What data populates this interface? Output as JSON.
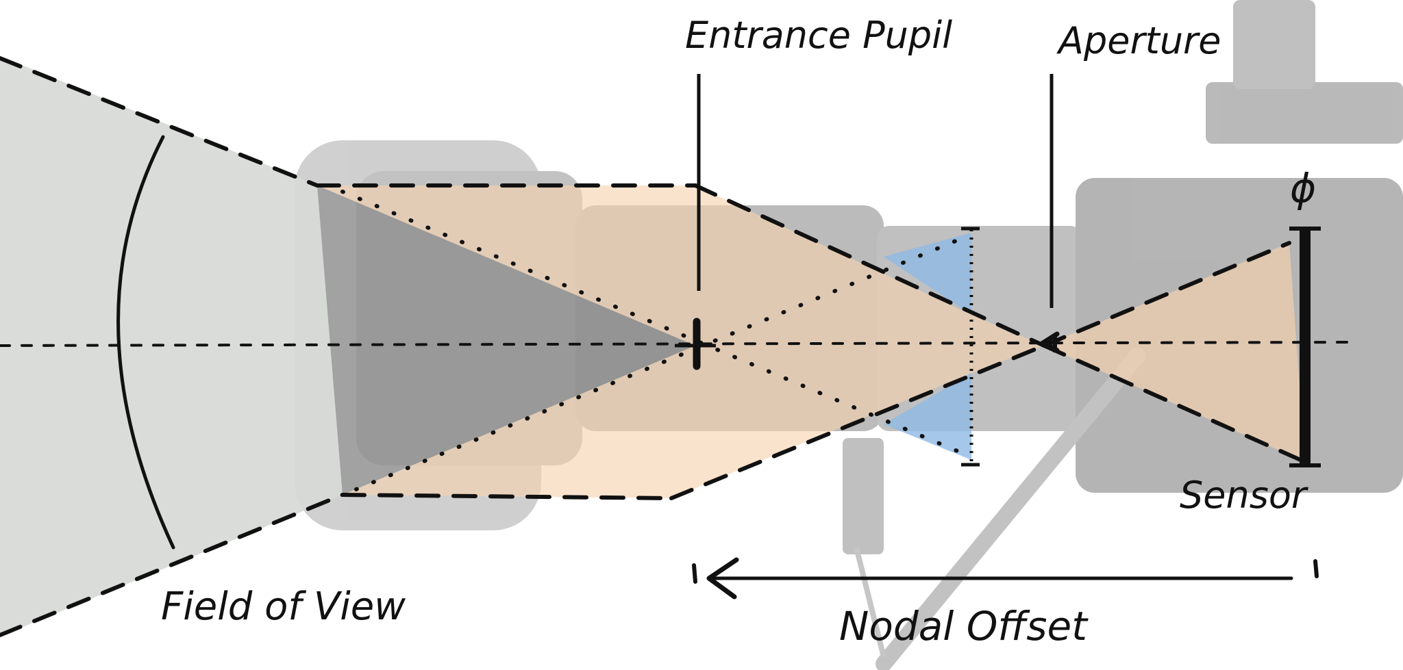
{
  "labels": {
    "entrance_pupil": "Entrance Pupil",
    "aperture": "Aperture",
    "field_of_view": "Field of View",
    "sensor": "Sensor",
    "nodal_offset": "Nodal Offset",
    "diameter_symbol": "ϕ"
  },
  "colors": {
    "field_of_view_fill": "#d6d9d6",
    "light_cone_fill": "#f7d2ae",
    "lens_edge_fill": "#8fb9e3",
    "ink": "#111111",
    "camera_photo": "#9a9a9a"
  }
}
